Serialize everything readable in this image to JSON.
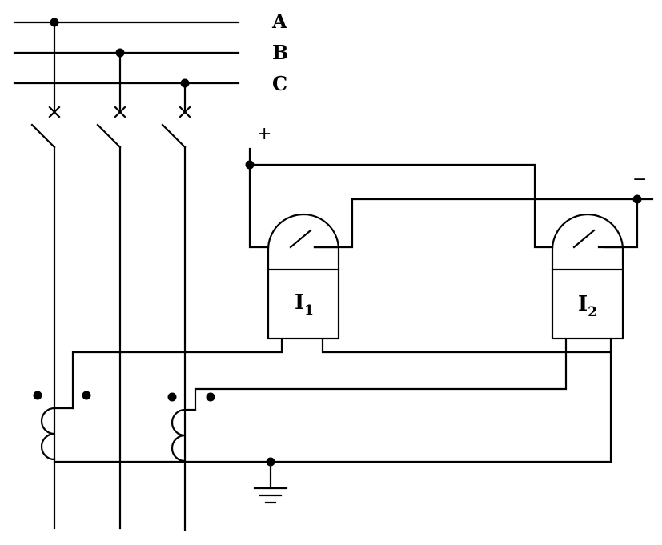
{
  "phases": [
    {
      "label": "A"
    },
    {
      "label": "B"
    },
    {
      "label": "C"
    }
  ],
  "dc_supply": {
    "positive": "+",
    "negative": "−"
  },
  "relays": [
    {
      "symbol": "I",
      "subscript": "1"
    },
    {
      "symbol": "I",
      "subscript": "2"
    }
  ],
  "colors": {
    "line": "#000000",
    "background": "#ffffff"
  }
}
